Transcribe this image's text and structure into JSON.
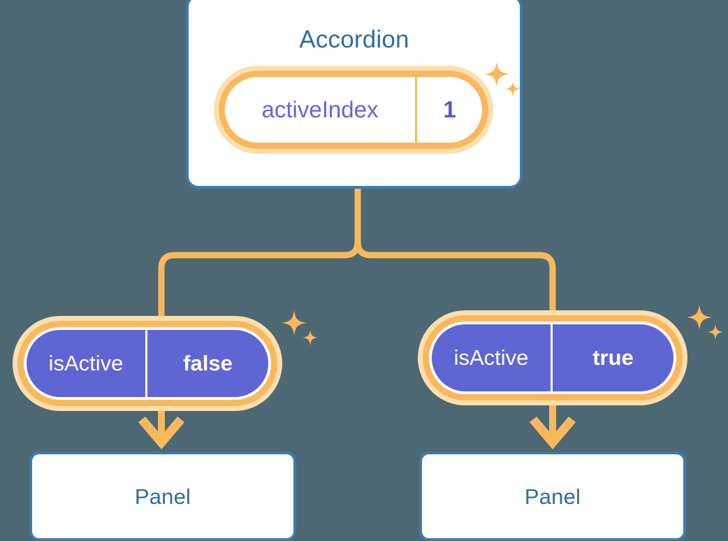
{
  "background_color": "#4d6873",
  "palette": {
    "card_border": "#3c7cab",
    "title_text": "#2e6e9e",
    "connector": "#f8b95e",
    "connector_halo": "#fbdfb0",
    "pill_purple": "#6065d4",
    "key_text_purple": "#6366db",
    "value_text_purple": "#5558d0",
    "pill_text_white": "#ffffff"
  },
  "diagram": {
    "type": "component-state-tree",
    "root": {
      "title": "Accordion",
      "state": {
        "key": "activeIndex",
        "value": "1"
      },
      "sparkle_icon": "sparkle-icon"
    },
    "branches": [
      {
        "id": "left",
        "prop": {
          "key": "isActive",
          "value": "false"
        },
        "sparkle_icon": "sparkle-icon",
        "arrow_icon": "arrow-down-icon",
        "child": {
          "title": "Panel"
        }
      },
      {
        "id": "right",
        "prop": {
          "key": "isActive",
          "value": "true"
        },
        "sparkle_icon": "sparkle-icon",
        "arrow_icon": "arrow-down-icon",
        "child": {
          "title": "Panel"
        }
      }
    ]
  }
}
